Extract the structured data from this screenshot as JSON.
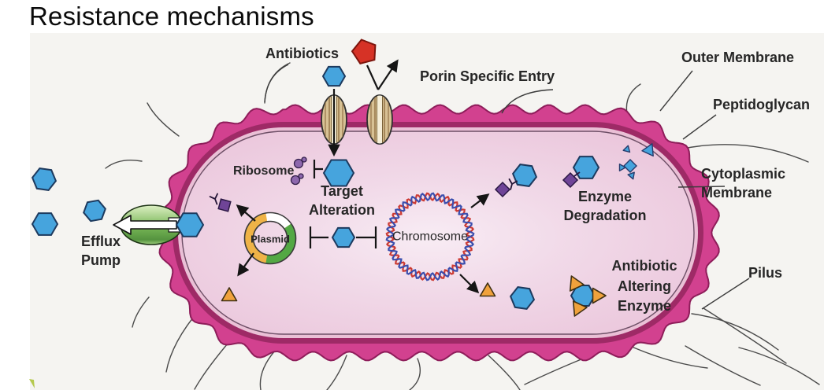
{
  "title": "Resistance mechanisms",
  "labels": {
    "antibiotics": "Antibiotics",
    "porin_specific_entry": "Porin Specific Entry",
    "outer_membrane": "Outer Membrane",
    "peptidoglycan": "Peptidoglycan",
    "cytoplasmic_membrane": "Cytoplasmic Membrane",
    "pilus": "Pilus",
    "ribosome": "Ribosome",
    "target_alteration": "Target Alteration",
    "plasmid": "Plasmid",
    "chromosome": "Chromosome",
    "enzyme_degradation": "Enzyme Degradation",
    "antibiotic_altering_enzyme": "Antibiotic Altering Enzyme",
    "efflux_pump": "Efflux Pump"
  },
  "icons": {
    "antibiotic": "blue-hexagon",
    "excluded_antibiotic": "red-pentagon",
    "degraded_antibiotic_fragments": "blue-shards",
    "inactivating_enzyme": "purple-square",
    "altered_antibiotic_enzyme": "orange-triangle",
    "efflux_pump": "green-oval-channel",
    "porin": "tan-oval-channel",
    "ribosome": "purple-double-circle"
  },
  "colors": {
    "membrane_outer": "#d2418f",
    "membrane_edge": "#8e1d5a",
    "peptidoglycan": "#9e2a66",
    "periplasm": "#eac0d6",
    "cytoplasm": "#ebc7dc",
    "antibiotic_blue": "#46a4dd",
    "antibiotic_red": "#d63226",
    "enzyme_purple": "#6f4497",
    "altered_orange": "#f0a23c",
    "efflux_green": "#77b656",
    "porin_tan": "#d7c194",
    "plasmid_orange": "#efb347",
    "plasmid_green": "#53a844",
    "chromosome_red": "#cc3a33",
    "chromosome_blue": "#3a4ead"
  }
}
